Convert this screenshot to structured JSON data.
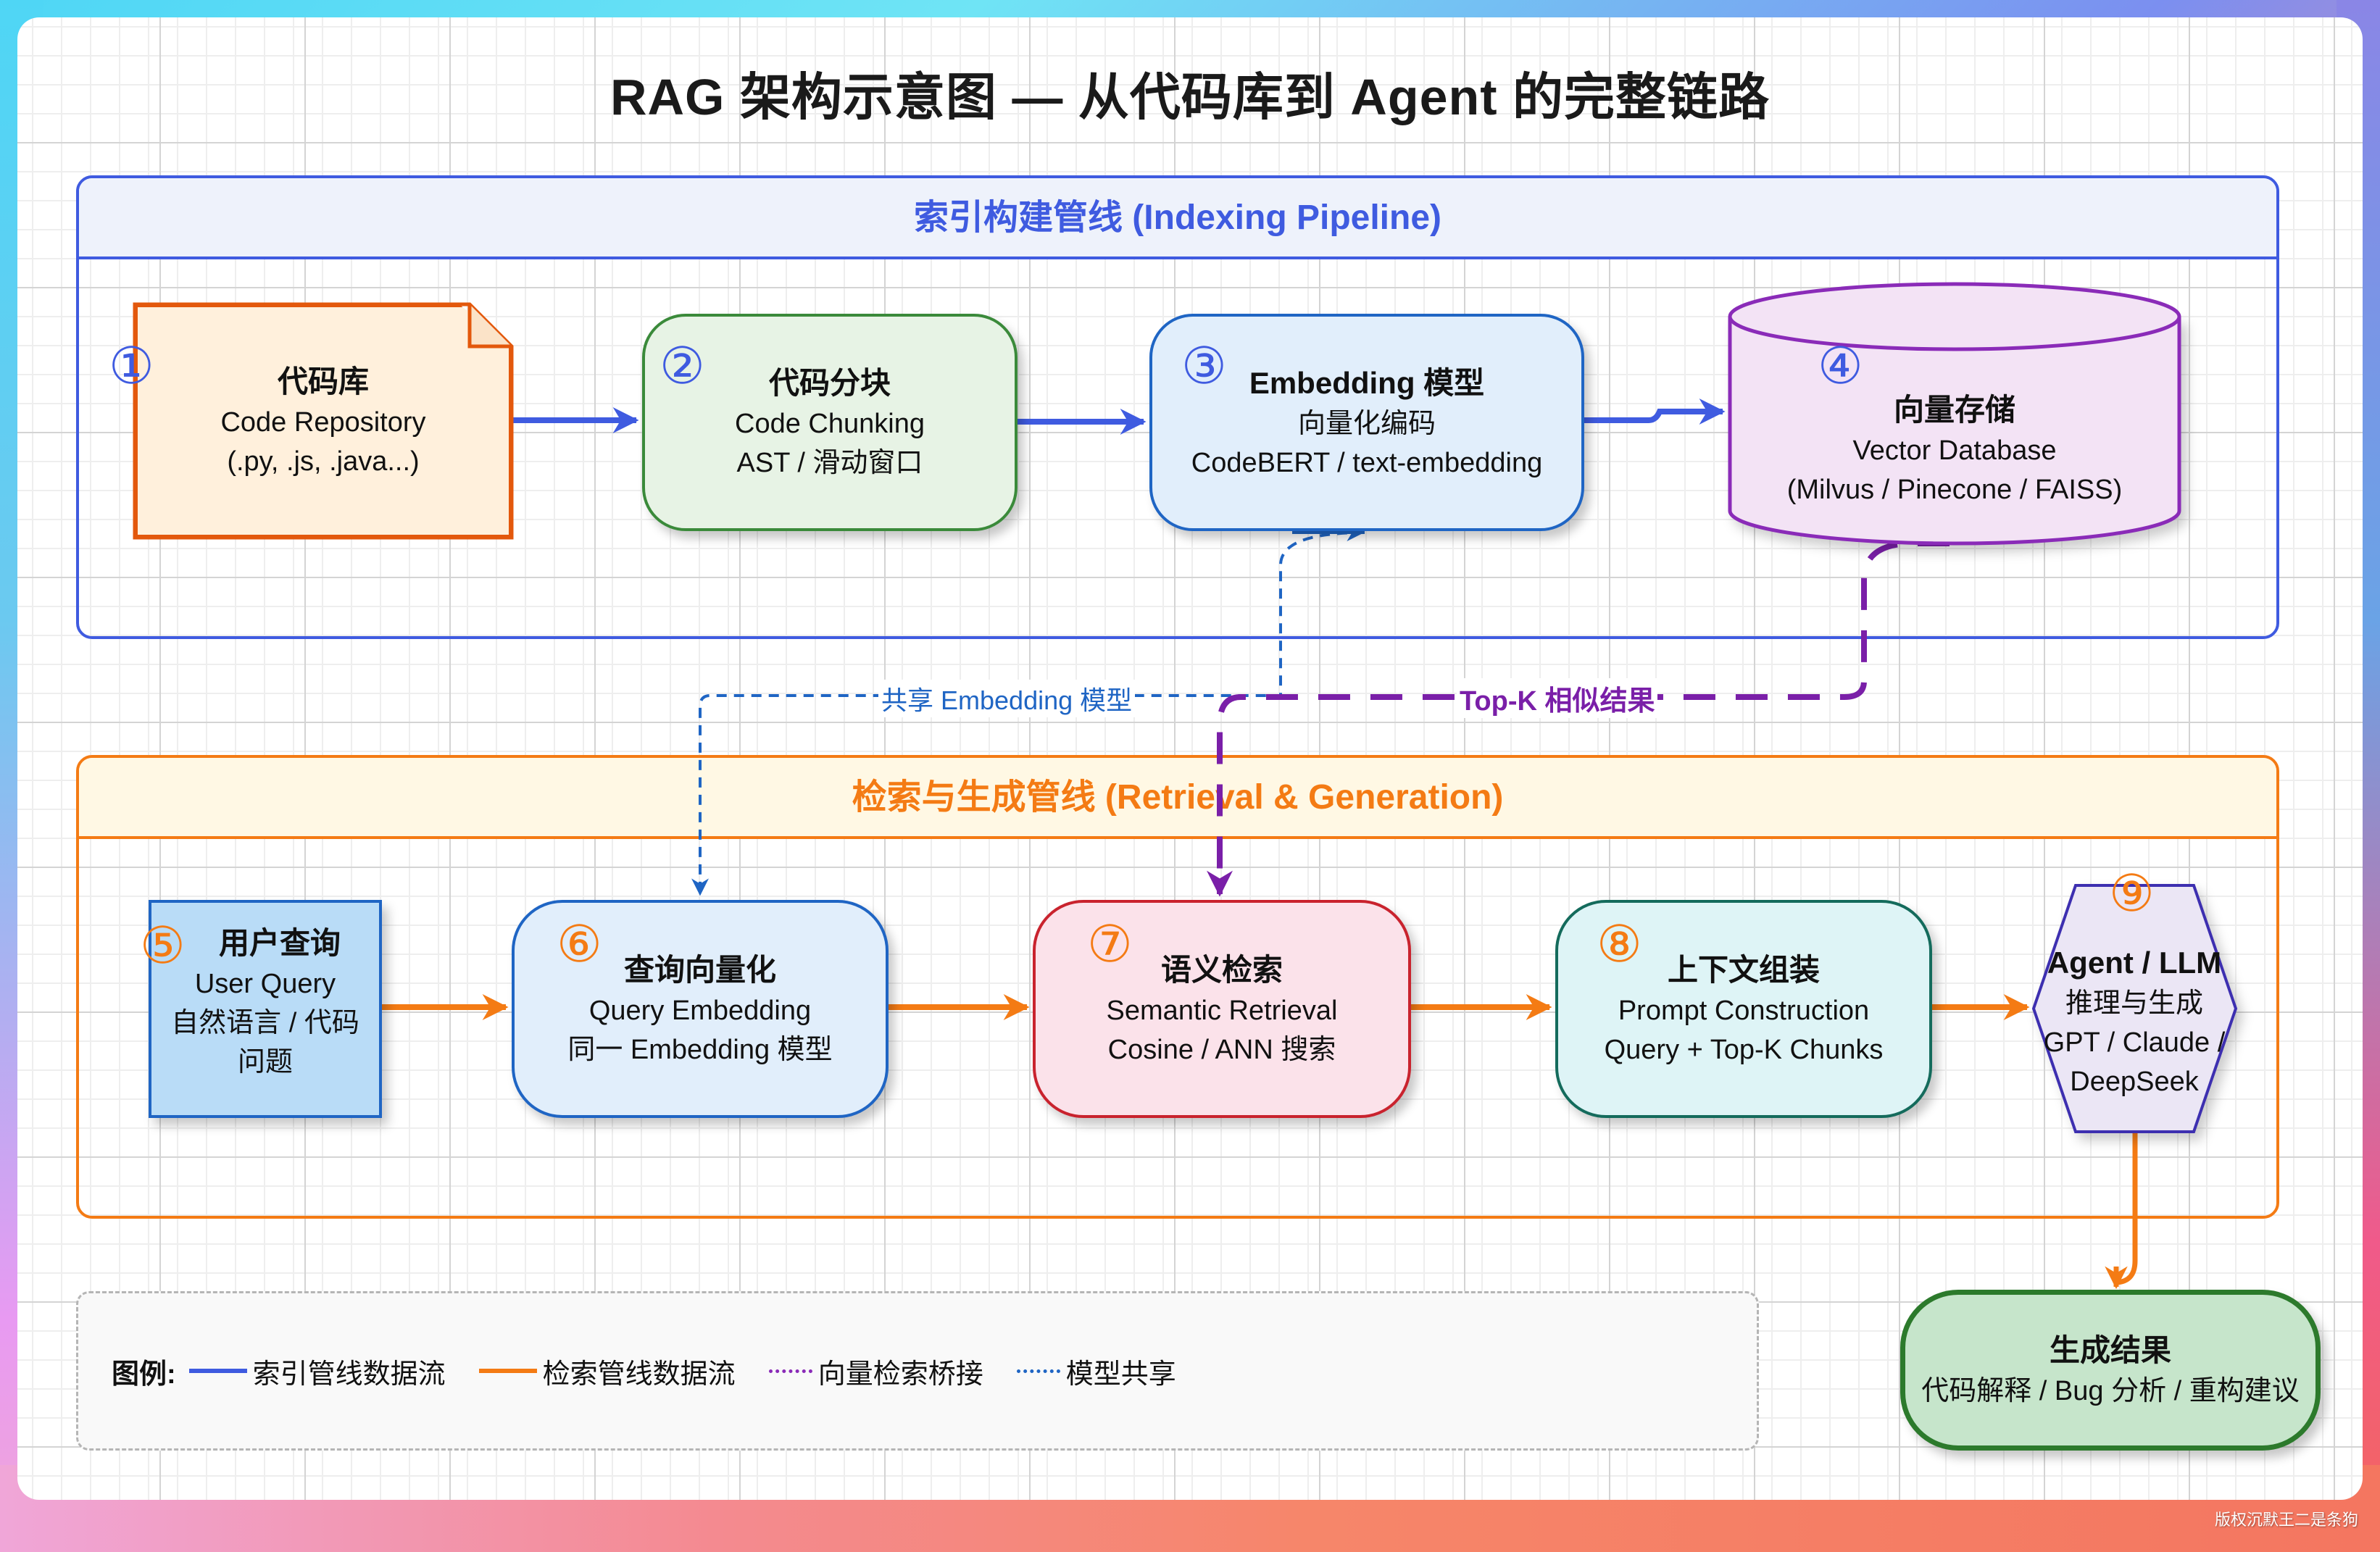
{
  "title": "RAG 架构示意图 — 从代码库到 Agent 的完整链路",
  "indexing_pipeline": {
    "header": "索引构建管线 (Indexing Pipeline)",
    "nodes": [
      {
        "num": "①",
        "title": "代码库",
        "lines": [
          "Code Repository",
          "(.py, .js, .java...)"
        ]
      },
      {
        "num": "②",
        "title": "代码分块",
        "lines": [
          "Code Chunking",
          "AST / 滑动窗口"
        ]
      },
      {
        "num": "③",
        "title": "Embedding 模型",
        "lines": [
          "向量化编码",
          "CodeBERT / text-embedding"
        ]
      },
      {
        "num": "④",
        "title": "向量存储",
        "lines": [
          "Vector Database",
          "(Milvus / Pinecone / FAISS)"
        ]
      }
    ]
  },
  "retrieval_pipeline": {
    "header": "检索与生成管线 (Retrieval & Generation)",
    "nodes": [
      {
        "num": "⑤",
        "title": "用户查询",
        "lines": [
          "User Query",
          "自然语言 / 代码",
          "问题"
        ]
      },
      {
        "num": "⑥",
        "title": "查询向量化",
        "lines": [
          "Query Embedding",
          "同一 Embedding 模型"
        ]
      },
      {
        "num": "⑦",
        "title": "语义检索",
        "lines": [
          "Semantic Retrieval",
          "Cosine / ANN 搜索"
        ]
      },
      {
        "num": "⑧",
        "title": "上下文组装",
        "lines": [
          "Prompt Construction",
          "Query + Top-K Chunks"
        ]
      },
      {
        "num": "⑨",
        "title": "Agent / LLM",
        "lines": [
          "推理与生成",
          "GPT / Claude /",
          "DeepSeek"
        ]
      }
    ]
  },
  "result": {
    "title": "生成结果",
    "line": "代码解释 / Bug 分析 / 重构建议"
  },
  "edge_labels": {
    "shared_embedding": "共享 Embedding 模型",
    "topk": "Top-K 相似结果"
  },
  "legend": {
    "title": "图例:",
    "items": [
      {
        "label": "索引管线数据流",
        "style": "solid",
        "color": "#3f5be0"
      },
      {
        "label": "检索管线数据流",
        "style": "solid",
        "color": "#f47b14"
      },
      {
        "label": "向量检索桥接",
        "style": "dashed",
        "color": "#8a2bb8"
      },
      {
        "label": "模型共享",
        "style": "dashed",
        "color": "#1f65c4"
      }
    ]
  },
  "colors": {
    "indexing": "#3f5be0",
    "retrieval": "#f47b14",
    "bridge": "#7a1fa8",
    "shared": "#1f65c4"
  },
  "watermark": "版权沉默王二是条狗"
}
